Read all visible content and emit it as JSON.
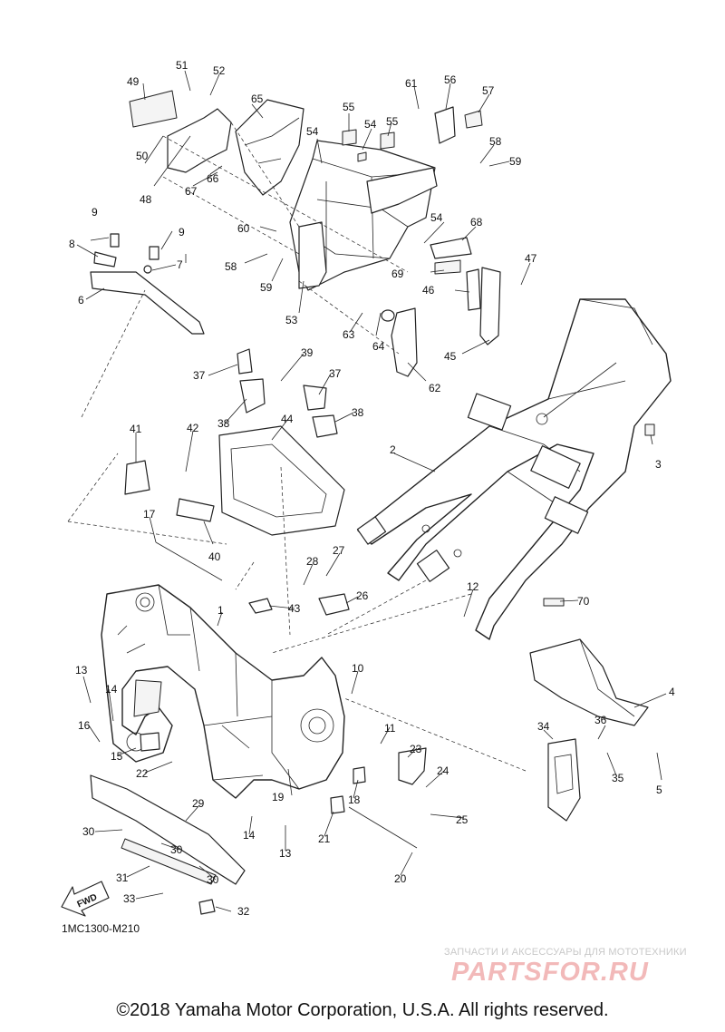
{
  "diagram": {
    "diagram_code": "1MC1300-M210",
    "fwd_label": "FWD",
    "copyright": "©2018 Yamaha Motor Corporation, U.S.A. All rights reserved.",
    "watermark": {
      "tagline": "ЗАПЧАСТИ И АКСЕССУАРЫ ДЛЯ МОТОТЕХНИКИ",
      "logo_text": "PARTSFOR.RU"
    },
    "callouts": [
      "1",
      "2",
      "3",
      "4",
      "5",
      "6",
      "7",
      "8",
      "9",
      "9",
      "10",
      "11",
      "12",
      "13",
      "13",
      "14",
      "14",
      "15",
      "16",
      "17",
      "18",
      "19",
      "20",
      "21",
      "22",
      "23",
      "24",
      "25",
      "26",
      "27",
      "28",
      "29",
      "30",
      "30",
      "30",
      "31",
      "32",
      "33",
      "34",
      "35",
      "36",
      "37",
      "37",
      "38",
      "38",
      "39",
      "40",
      "41",
      "42",
      "43",
      "44",
      "45",
      "46",
      "47",
      "48",
      "49",
      "50",
      "51",
      "52",
      "53",
      "54",
      "54",
      "54",
      "55",
      "55",
      "56",
      "57",
      "58",
      "58",
      "59",
      "59",
      "60",
      "61",
      "62",
      "63",
      "64",
      "65",
      "66",
      "67",
      "68",
      "69",
      "70"
    ]
  }
}
